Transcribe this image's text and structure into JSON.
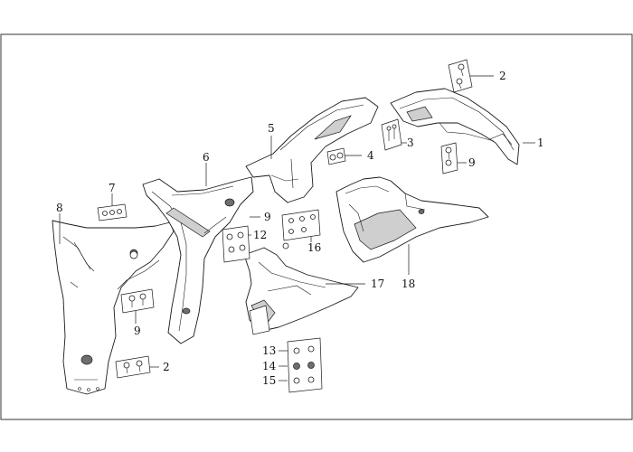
{
  "labels": {
    "l1": "1",
    "l2_top": "2",
    "l3": "3",
    "l4": "4",
    "l5": "5",
    "l6": "6",
    "l7": "7",
    "l8": "8",
    "l9_right": "9",
    "l9_mid": "9",
    "l9_left": "9",
    "l2_bottom": "2",
    "l12": "12",
    "l13": "13",
    "l14": "14",
    "l15": "15",
    "l16": "16",
    "l17": "17",
    "l18": "18"
  }
}
